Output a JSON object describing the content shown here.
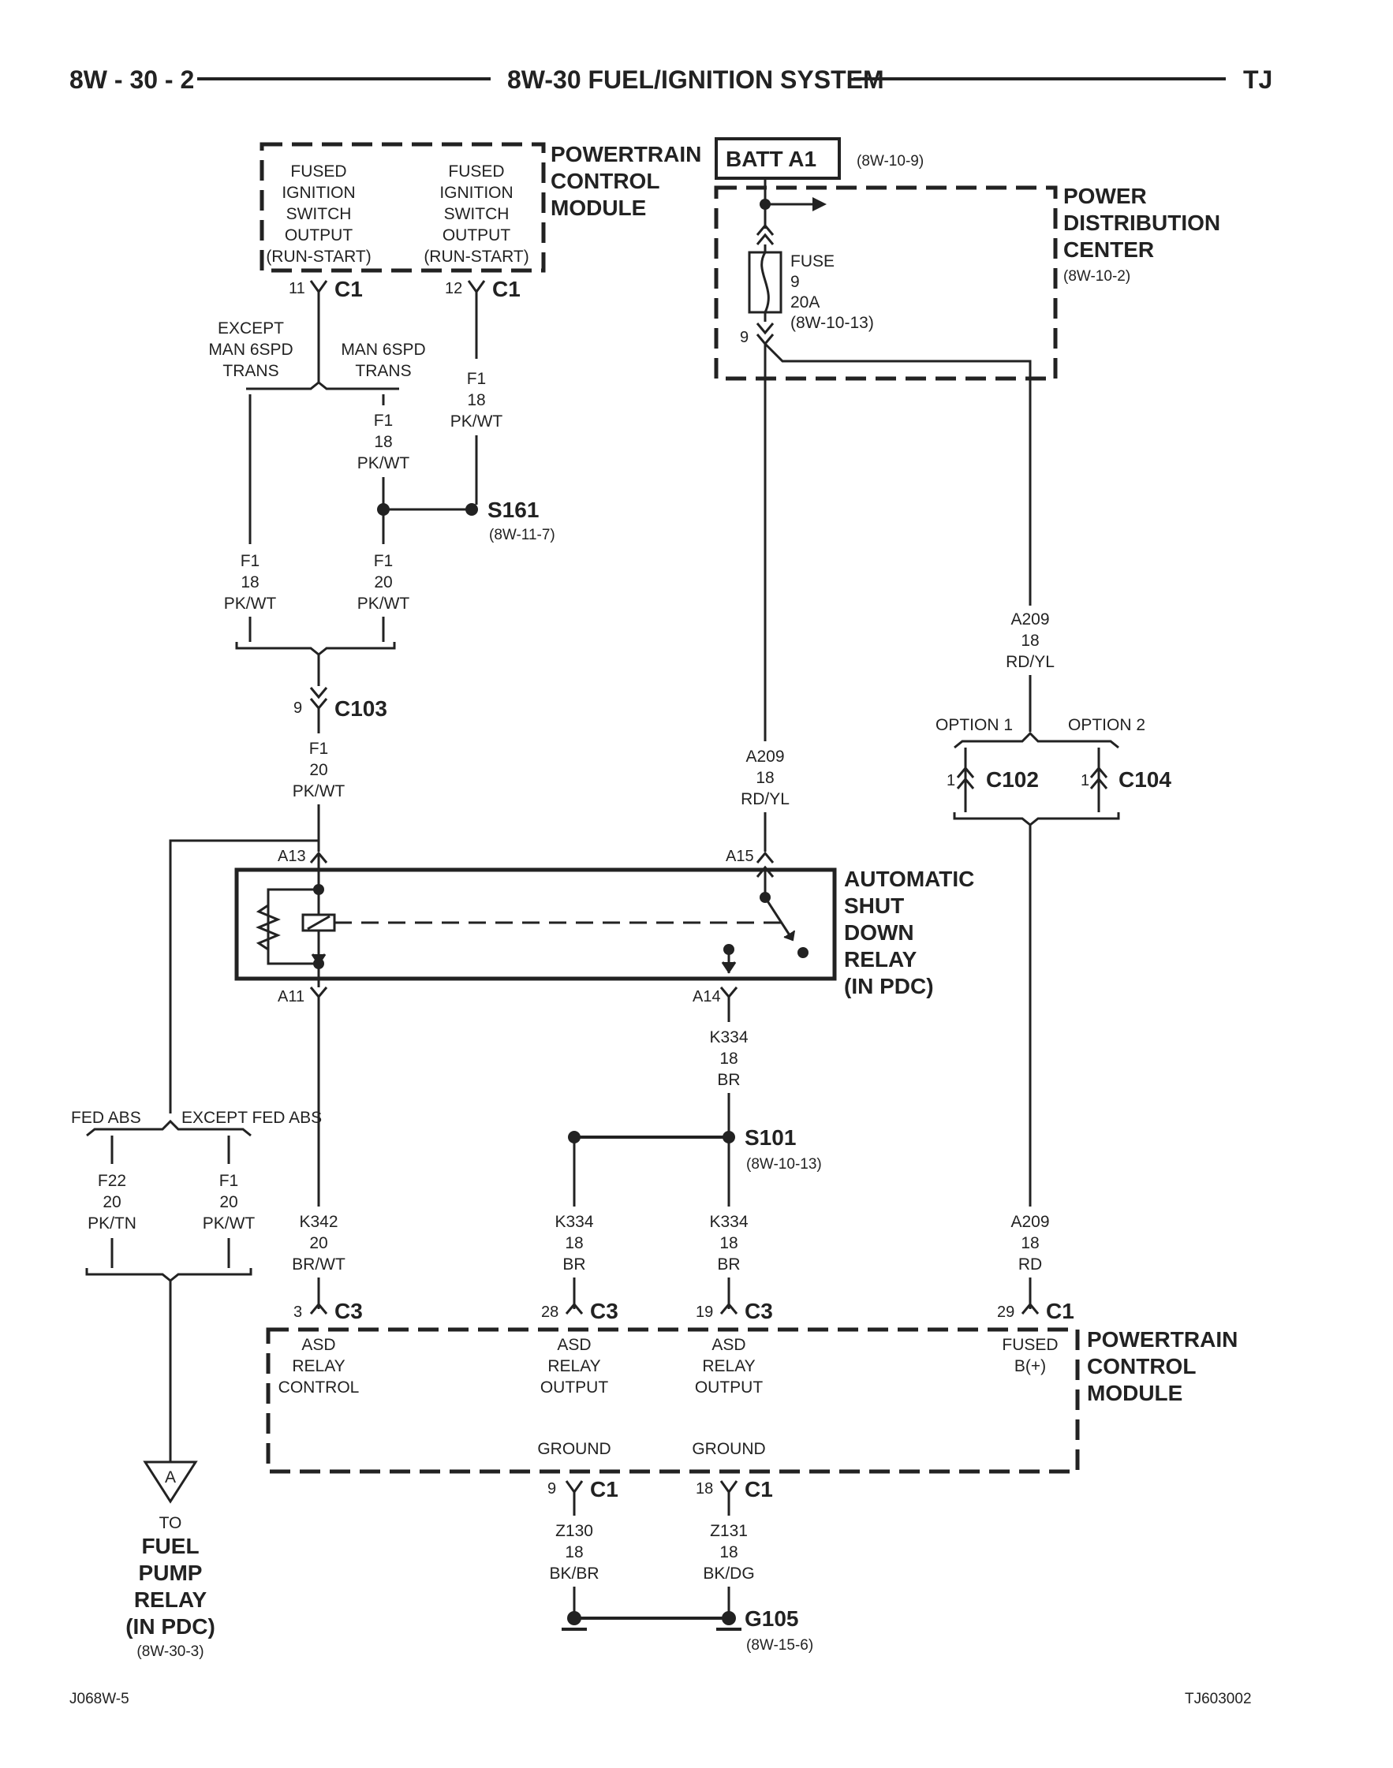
{
  "header": {
    "page_number": "8W - 30 - 2",
    "title": "8W-30 FUEL/IGNITION SYSTEM",
    "model": "TJ"
  },
  "footer": {
    "left_code": "J068W-5",
    "right_code": "TJ603002"
  },
  "pcm_top": {
    "title": [
      "POWERTRAIN",
      "CONTROL",
      "MODULE"
    ],
    "output1": [
      "FUSED",
      "IGNITION",
      "SWITCH",
      "OUTPUT",
      "(RUN-START)"
    ],
    "output2": [
      "FUSED",
      "IGNITION",
      "SWITCH",
      "OUTPUT",
      "(RUN-START)"
    ],
    "pin1": "11",
    "pin2": "12",
    "connector": "C1"
  },
  "batt": {
    "label": "BATT A1",
    "ref": "(8W-10-9)"
  },
  "pdc": {
    "title": [
      "POWER",
      "DISTRIBUTION",
      "CENTER"
    ],
    "ref": "(8W-10-2)",
    "fuse": [
      "FUSE",
      "9",
      "20A",
      "(8W-10-13)"
    ],
    "pin": "9"
  },
  "branch_top": {
    "left": [
      "EXCEPT",
      "MAN 6SPD",
      "TRANS"
    ],
    "right": [
      "MAN 6SPD",
      "TRANS"
    ]
  },
  "wires": {
    "f1_18_a": [
      "F1",
      "18",
      "PK/WT"
    ],
    "f1_18_b": [
      "F1",
      "18",
      "PK/WT"
    ],
    "f1_18_c": [
      "F1",
      "18",
      "PK/WT"
    ],
    "f1_20_a": [
      "F1",
      "20",
      "PK/WT"
    ],
    "f1_20_b": [
      "F1",
      "20",
      "PK/WT"
    ],
    "a209_right": [
      "A209",
      "18",
      "RD/YL"
    ],
    "a209_mid": [
      "A209",
      "18",
      "RD/YL"
    ],
    "k334_a": [
      "K334",
      "18",
      "BR"
    ],
    "k334_b": [
      "K334",
      "18",
      "BR"
    ],
    "k334_c": [
      "K334",
      "18",
      "BR"
    ],
    "f22": [
      "F22",
      "20",
      "PK/TN"
    ],
    "f1_20_c": [
      "F1",
      "20",
      "PK/WT"
    ],
    "k342": [
      "K342",
      "20",
      "BR/WT"
    ],
    "a209_rd": [
      "A209",
      "18",
      "RD"
    ],
    "z130": [
      "Z130",
      "18",
      "BK/BR"
    ],
    "z131": [
      "Z131",
      "18",
      "BK/DG"
    ]
  },
  "splices": {
    "s161": {
      "name": "S161",
      "ref": "(8W-11-7)"
    },
    "s101": {
      "name": "S101",
      "ref": "(8W-10-13)"
    },
    "g105": {
      "name": "G105",
      "ref": "(8W-15-6)"
    }
  },
  "connectors": {
    "c103": {
      "name": "C103",
      "pin": "9"
    },
    "c102": {
      "name": "C102",
      "pin": "1"
    },
    "c104": {
      "name": "C104",
      "pin": "1"
    }
  },
  "options": {
    "opt1": "OPTION 1",
    "opt2": "OPTION 2"
  },
  "relay": {
    "title": [
      "AUTOMATIC",
      "SHUT",
      "DOWN",
      "RELAY",
      "(IN PDC)"
    ],
    "pin_a13": "A13",
    "pin_a15": "A15",
    "pin_a11": "A11",
    "pin_a14": "A14"
  },
  "abs_branch": {
    "left": "FED ABS",
    "right": "EXCEPT FED ABS"
  },
  "pcm_bottom": {
    "title": [
      "POWERTRAIN",
      "CONTROL",
      "MODULE"
    ],
    "pin_3": "3",
    "pin_28": "28",
    "pin_19": "19",
    "pin_29": "29",
    "conn_c3": "C3",
    "conn_c1": "C1",
    "asd_control": [
      "ASD",
      "RELAY",
      "CONTROL"
    ],
    "asd_output1": [
      "ASD",
      "RELAY",
      "OUTPUT"
    ],
    "asd_output2": [
      "ASD",
      "RELAY",
      "OUTPUT"
    ],
    "fused_b": [
      "FUSED",
      "B(+)"
    ],
    "ground1": "GROUND",
    "ground2": "GROUND",
    "pin_9": "9",
    "pin_18": "18"
  },
  "fuel_pump": {
    "marker": "A",
    "label": [
      "TO",
      "FUEL",
      "PUMP",
      "RELAY",
      "(IN PDC)"
    ],
    "ref": "(8W-30-3)"
  }
}
